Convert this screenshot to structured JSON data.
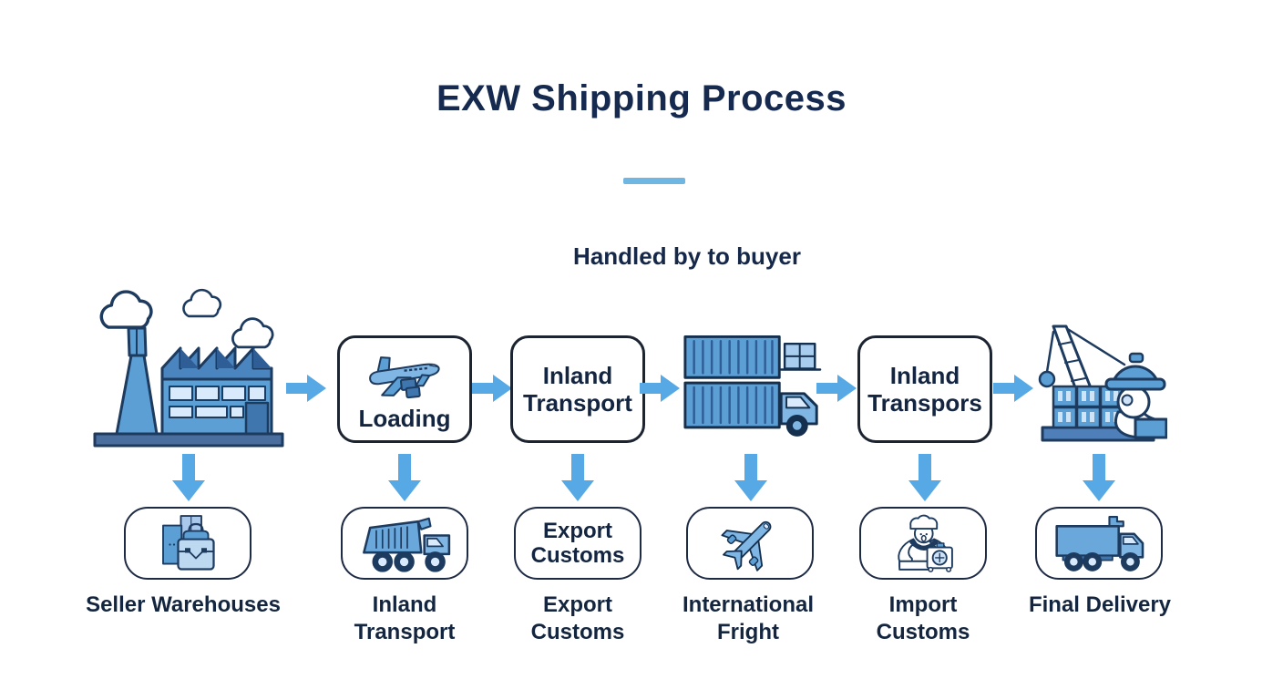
{
  "title": "EXW Shipping Process",
  "subtitle": "Handled by to buyer",
  "colors": {
    "text_dark_navy": "#15284a",
    "arrow_blue": "#57a9e5",
    "title_underline_blue": "#6fb6e2",
    "icon_mid_blue": "#5b9fd4",
    "icon_light_blue": "#7fb6e4",
    "icon_pale_blue": "#d9eafc",
    "icon_dark_blue": "#3f76ae",
    "icon_outline_navy": "#1d3a5f",
    "box_border_dark": "#1b2430"
  },
  "flow": {
    "steps": [
      {
        "top": {
          "kind": "icon",
          "icon": "factory-icon"
        },
        "bottom": {
          "icon": "warehouse-packages-icon"
        },
        "label": "Seller Warehouses"
      },
      {
        "top": {
          "kind": "box",
          "icon": "cargo-plane-side-icon",
          "label": "Loading"
        },
        "bottom": {
          "icon": "dump-truck-icon"
        },
        "label": "Inland Transport"
      },
      {
        "top": {
          "kind": "box",
          "label": "Inland Transport"
        },
        "bottom": {
          "text": "Export Customs"
        },
        "label": "Export Customs"
      },
      {
        "top": {
          "kind": "icon",
          "icon": "containers-truck-icon"
        },
        "bottom": {
          "icon": "airplane-top-icon"
        },
        "label": "International Fright"
      },
      {
        "top": {
          "kind": "box",
          "label": "Inland Transpors"
        },
        "bottom": {
          "icon": "customs-inspection-icon"
        },
        "label": "Import Customs"
      },
      {
        "top": {
          "kind": "icon",
          "icon": "port-crane-icon"
        },
        "bottom": {
          "icon": "delivery-truck-icon"
        },
        "label": "Final Delivery"
      }
    ],
    "arrow_right_count": 5,
    "arrow_down_count": 6
  }
}
